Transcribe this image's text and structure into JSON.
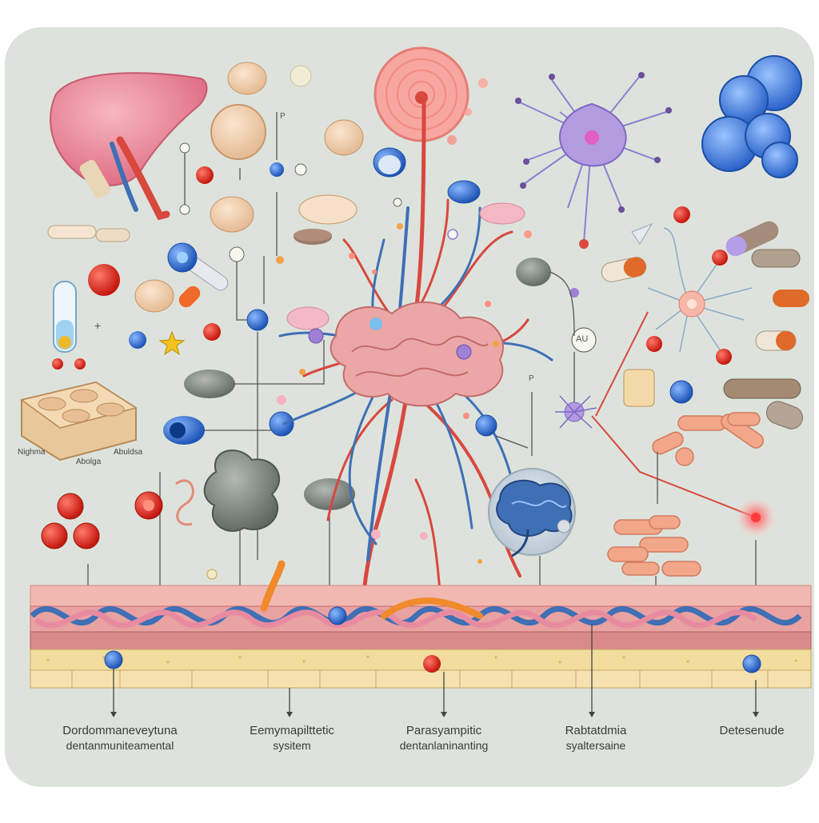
{
  "captions": [
    {
      "line1": "Dordommaneveytuna",
      "line2": "dentanmuniteamental"
    },
    {
      "line1": "Eemymapilttetic",
      "line2": "sysitem"
    },
    {
      "line1": "Parasyampitic",
      "line2": "dentanlaninanting"
    },
    {
      "line1": "Rabtatdmia",
      "line2": "syaltersaine"
    },
    {
      "line1": "Detesenude",
      "line2": ""
    }
  ],
  "small_labels": {
    "left": "Nighma",
    "middle": "Abolga",
    "right": "Abuldsa"
  },
  "node_labels": {
    "au": "AU",
    "p1": "P",
    "p2": "P"
  },
  "colors": {
    "panel": "#dde3dc",
    "vessel_red": "#d8483f",
    "nerve_blue": "#3f6fb5",
    "tissue_pink": "#e9a2a2",
    "fat_yellow": "#f0dca2",
    "liver": "#e97a8c",
    "red_dot": "#dd2a20",
    "blue_dot": "#2f67c9"
  }
}
